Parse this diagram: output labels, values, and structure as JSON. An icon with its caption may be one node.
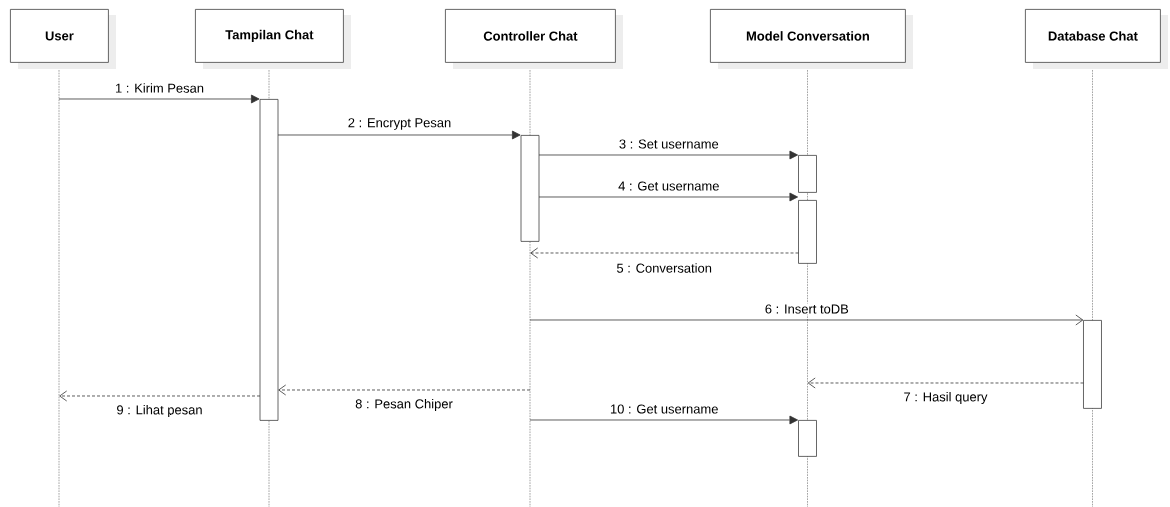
{
  "diagram": {
    "nodes": [
      {
        "text": [
          "User"
        ]
      },
      {
        "text": [
          "Tampilan Chat"
        ]
      },
      {
        "text": [
          "Controller Chat"
        ]
      },
      {
        "text": [
          "Model Conversation"
        ]
      },
      {
        "text": [
          "Database Chat"
        ]
      },
      {
        "text": [],
        "shape": "line"
      },
      {
        "text": [],
        "shape": "line"
      },
      {
        "text": [],
        "shape": "line"
      },
      {
        "text": [],
        "shape": "line"
      },
      {
        "text": [],
        "shape": "line"
      },
      {
        "text": [],
        "shape": "bar"
      },
      {
        "text": [],
        "shape": "bar"
      },
      {
        "text": [],
        "shape": "bar"
      },
      {
        "text": [],
        "shape": "bar"
      },
      {
        "text": [],
        "shape": "bar"
      },
      {
        "text": [],
        "shape": "bar"
      }
    ],
    "edges": [
      {
        "from": 5,
        "to": 10,
        "arrow": "to",
        "label": "1 : Kirim Pesan"
      },
      {
        "from": 10,
        "to": 11,
        "arrow": "to",
        "label": "2 : Encrypt Pesan"
      },
      {
        "from": 11,
        "to": 12,
        "arrow": "to",
        "label": "3 : Set username"
      },
      {
        "from": 11,
        "to": 13,
        "arrow": "to",
        "label": "4 : Get username"
      },
      {
        "from": 13,
        "to": 7,
        "arrow": "to",
        "label": "5 : Conversation",
        "style": "dashed"
      },
      {
        "from": 7,
        "to": 14,
        "arrow": "to",
        "label": "6 : Insert toDB"
      },
      {
        "from": 14,
        "to": 8,
        "arrow": "to",
        "label": "7 : Hasil query",
        "style": "dashed"
      },
      {
        "from": 7,
        "to": 10,
        "arrow": "to",
        "label": "8 : Pesan Chiper",
        "style": "dashed"
      },
      {
        "from": 10,
        "to": 5,
        "arrow": "to",
        "label": "9 : Lihat pesan",
        "style": "dashed"
      },
      {
        "from": 7,
        "to": 15,
        "arrow": "to",
        "label": "10 : Get username"
      }
    ]
  }
}
